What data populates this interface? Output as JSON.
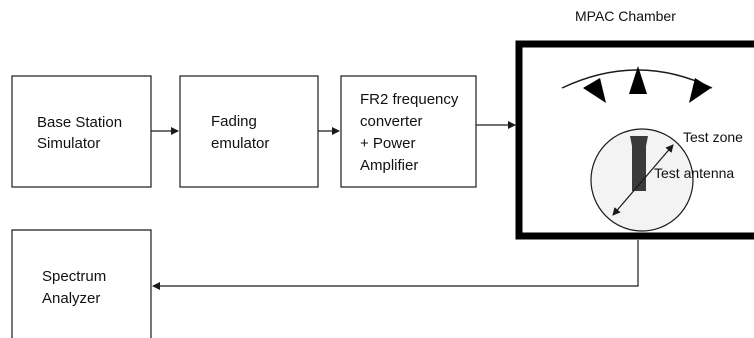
{
  "chamber": {
    "title": "MPAC Chamber",
    "test_zone_label": "Test zone",
    "test_antenna_label": "Test antenna"
  },
  "blocks": {
    "base_station": [
      "Base Station",
      "Simulator"
    ],
    "fading": [
      "Fading",
      "emulator"
    ],
    "converter": [
      "FR2 frequency",
      "converter",
      "+ Power",
      "Amplifier"
    ],
    "spectrum": [
      "Spectrum",
      "Analyzer"
    ]
  },
  "colors": {
    "line": "#1a1a1a",
    "chamber_border": "#000000",
    "probe_fill": "#000000",
    "test_zone_fill": "#f3f3f3",
    "antenna_fill": "#3a3a3a"
  }
}
